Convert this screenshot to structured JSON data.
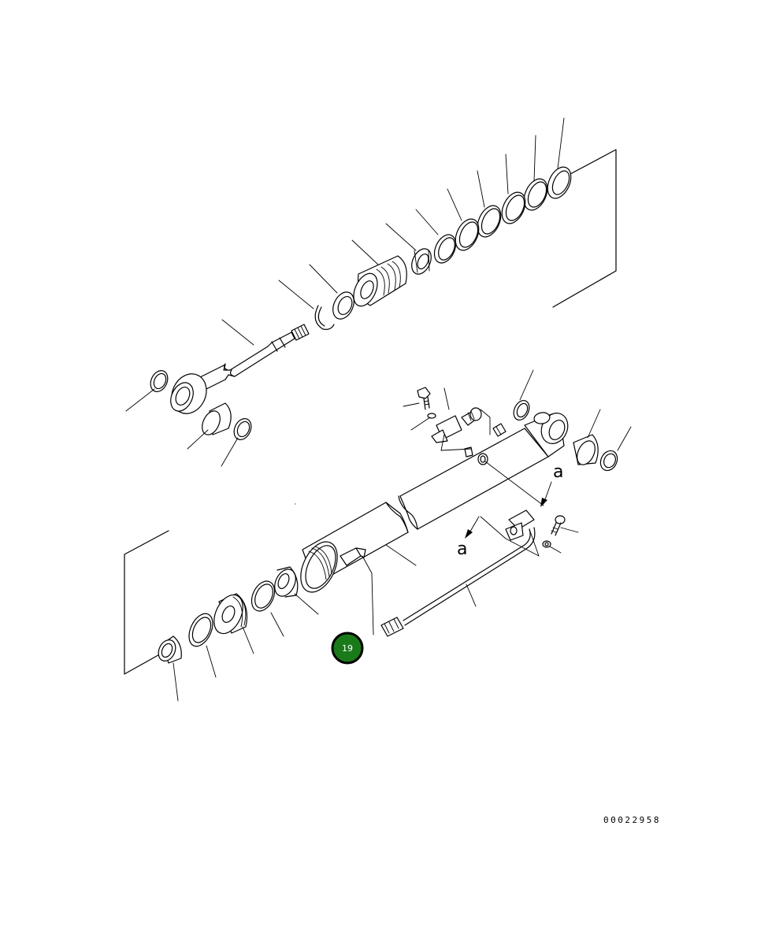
{
  "drawing": {
    "id_code": "00022958",
    "view_marker_upper": "a",
    "view_marker_lower": "a"
  },
  "hotspot": {
    "label": "19",
    "fill_color": "#1a7a1a",
    "ring_color": "#000000"
  }
}
